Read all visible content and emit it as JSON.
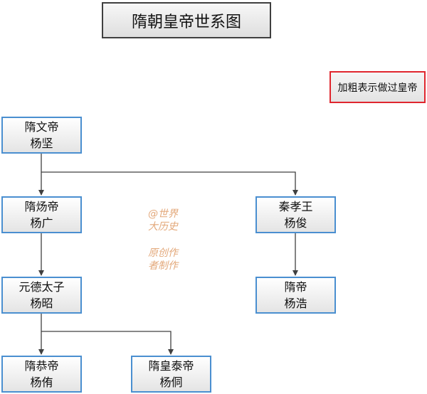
{
  "title": "隋朝皇帝世系图",
  "legend": "加粗表示做过皇帝",
  "watermark": {
    "line1": "@世界",
    "line2": "大历史",
    "line3": "原创作",
    "line4": "者制作"
  },
  "nodes": {
    "wendi": {
      "title": "隋文帝",
      "name": "杨坚"
    },
    "yangdi": {
      "title": "隋炀帝",
      "name": "杨广"
    },
    "xiaowang": {
      "title": "秦孝王",
      "name": "杨俊"
    },
    "yuande": {
      "title": "元德太子",
      "name": "杨昭"
    },
    "suidi": {
      "title": "隋帝",
      "name": "杨浩"
    },
    "gongdi": {
      "title": "隋恭帝",
      "name": "杨侑"
    },
    "huangtai": {
      "title": "隋皇泰帝",
      "name": "杨侗"
    }
  },
  "colors": {
    "node_border": "#4a8fd0",
    "legend_border": "#e0262e",
    "connector": "#404040",
    "watermark": "#e3a87a"
  }
}
